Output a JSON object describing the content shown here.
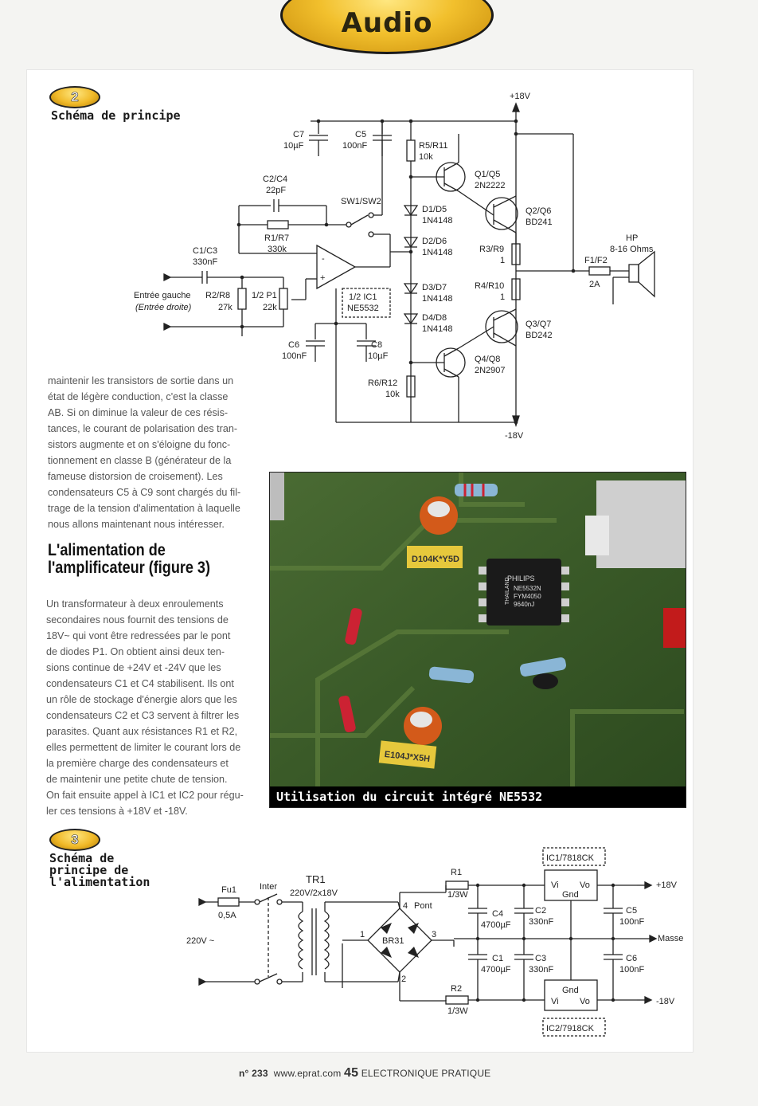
{
  "header": {
    "section": "Audio"
  },
  "figure2": {
    "number": "2",
    "title": "Schéma de principe",
    "labels": {
      "supply_pos": "+18V",
      "supply_neg": "-18V",
      "c7_name": "C7",
      "c7_val": "10µF",
      "c5_name": "C5",
      "c5_val": "100nF",
      "c2_name": "C2/C4",
      "c2_val": "22pF",
      "r1_name": "R1/R7",
      "r1_val": "330k",
      "c1_name": "C1/C3",
      "c1_val": "330nF",
      "input_left": "Entrée gauche",
      "input_right": "(Entrée droite)",
      "r2_name": "R2/R8",
      "r2_val": "27k",
      "p1_name": "1/2 P1",
      "p1_val": "22k",
      "sw_name": "SW1/SW2",
      "ic_name": "1/2 IC1",
      "ic_val": "NE5532",
      "c6_name": "C6",
      "c6_val": "100nF",
      "c8_name": "C8",
      "c8_val": "10µF",
      "r5_name": "R5/R11",
      "r5_val": "10k",
      "q1_name": "Q1/Q5",
      "q1_val": "2N2222",
      "q2_name": "Q2/Q6",
      "q2_val": "BD241",
      "d1_name": "D1/D5",
      "d1_val": "1N4148",
      "d2_name": "D2/D6",
      "d2_val": "1N4148",
      "d3_name": "D3/D7",
      "d3_val": "1N4148",
      "d4_name": "D4/D8",
      "d4_val": "1N4148",
      "r3_name": "R3/R9",
      "r3_val": "1",
      "r4_name": "R4/R10",
      "r4_val": "1",
      "q3_name": "Q3/Q7",
      "q3_val": "BD242",
      "q4_name": "Q4/Q8",
      "q4_val": "2N2907",
      "r6_name": "R6/R12",
      "r6_val": "10k",
      "f1_name": "F1/F2",
      "f1_val": "2A",
      "hp_name": "HP",
      "hp_val": "8-16 Ohms",
      "op_minus": "-",
      "op_plus": "+"
    }
  },
  "text_block_1": [
    "maintenir les transistors de sortie dans un",
    "état de légère conduction, c'est la classe",
    "AB. Si on diminue la valeur de ces résis-",
    "tances, le courant de polarisation des tran-",
    "sistors augmente et on s'éloigne du fonc-",
    "tionnement en classe B (générateur de la",
    "fameuse distorsion de croisement). Les",
    "condensateurs C5 à C9 sont chargés du fil-",
    "trage de la tension d'alimentation à laquelle",
    "nous allons maintenant nous intéresser."
  ],
  "section": {
    "title_line1": "L'alimentation de",
    "title_line2": "l'amplificateur (figure 3)"
  },
  "text_block_2": [
    "Un transformateur à deux enroulements",
    "secondaires nous fournit des tensions de",
    "18V~ qui vont être redressées par le pont",
    "de diodes P1. On obtient ainsi deux ten-",
    "sions continue de +24V et -24V que les",
    "condensateurs C1 et C4 stabilisent. Ils ont",
    "un rôle de stockage d'énergie alors que les",
    "condensateurs C2 et C3 servent à filtrer les",
    "parasites. Quant aux résistances R1 et R2,",
    "elles permettent de limiter le courant lors de",
    "la première charge des condensateurs et",
    "de maintenir une petite chute de tension.",
    "On fait ensuite appel à IC1 et IC2 pour régu-",
    "ler ces tensions à +18V et -18V."
  ],
  "photo": {
    "caption": "Utilisation du circuit intégré NE5532",
    "cap_label_1": "D104K*Y5D",
    "cap_label_2": "E104J*X5H",
    "chip_brand": "PHILIPS",
    "chip_side": "THAILAND",
    "chip_line1": "NE5532N",
    "chip_line2": "FYM4050",
    "chip_line3": "9640nJ"
  },
  "figure3": {
    "number": "3",
    "title_line1": "Schéma de",
    "title_line2": "principe de",
    "title_line3": "l'alimentation",
    "labels": {
      "fuse_name": "Fu1",
      "fuse_val": "0,5A",
      "inter": "Inter",
      "mains": "220V ~",
      "tr_name": "TR1",
      "tr_val": "220V/2x18V",
      "bridge_name": "BR31",
      "bridge_label": "Pont",
      "pin1": "1",
      "pin2": "2",
      "pin3": "3",
      "pin4": "4",
      "r1_name": "R1",
      "r1_val": "1/3W",
      "r2_name": "R2",
      "r2_val": "1/3W",
      "c4_name": "C4",
      "c4_val": "4700µF",
      "c2_name": "C2",
      "c2_val": "330nF",
      "c1_name": "C1",
      "c1_val": "4700µF",
      "c3_name": "C3",
      "c3_val": "330nF",
      "c5_name": "C5",
      "c5_val": "100nF",
      "c6_name": "C6",
      "c6_val": "100nF",
      "ic1_name": "IC1/7818CK",
      "ic2_name": "IC2/7918CK",
      "vi": "Vi",
      "vo": "Vo",
      "gnd": "Gnd",
      "out_pos": "+18V",
      "out_gnd": "Masse",
      "out_neg": "-18V"
    }
  },
  "footer": {
    "issue_prefix": "n°",
    "issue": "233",
    "site": "www.eprat.com",
    "page": "45",
    "magazine": "ELECTRONIQUE PRATIQUE"
  }
}
